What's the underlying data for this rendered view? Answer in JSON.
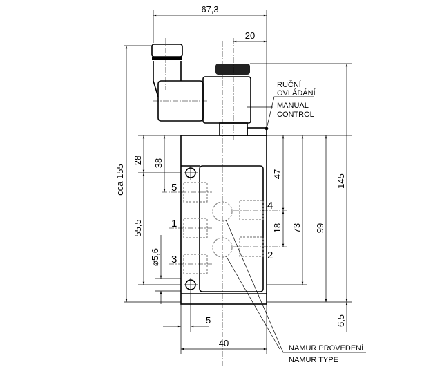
{
  "dimensions": {
    "overall_width": "67,3",
    "knob_offset": "20",
    "overall_height": "cca  155",
    "hole_top": "28",
    "port5_offset": "38",
    "hole_spacing": "55,5",
    "hole_diameter": "⌀5,6",
    "port4_offset": "47",
    "port_spacing": "18",
    "port2_offset": "73",
    "body_height": "99",
    "knob_height": "145",
    "bottom_offset": "6,5",
    "hole_edge": "5",
    "body_width": "40"
  },
  "ports": [
    "5",
    "1",
    "3",
    "4",
    "2"
  ],
  "notes": {
    "manual_cz_1": "RUČNÍ",
    "manual_cz_2": "OVLÁDÁNÍ",
    "manual_en_1": "MANUAL",
    "manual_en_2": "CONTROL",
    "namur_cz": "NAMUR PROVEDENÍ",
    "namur_en": "NAMUR TYPE"
  }
}
